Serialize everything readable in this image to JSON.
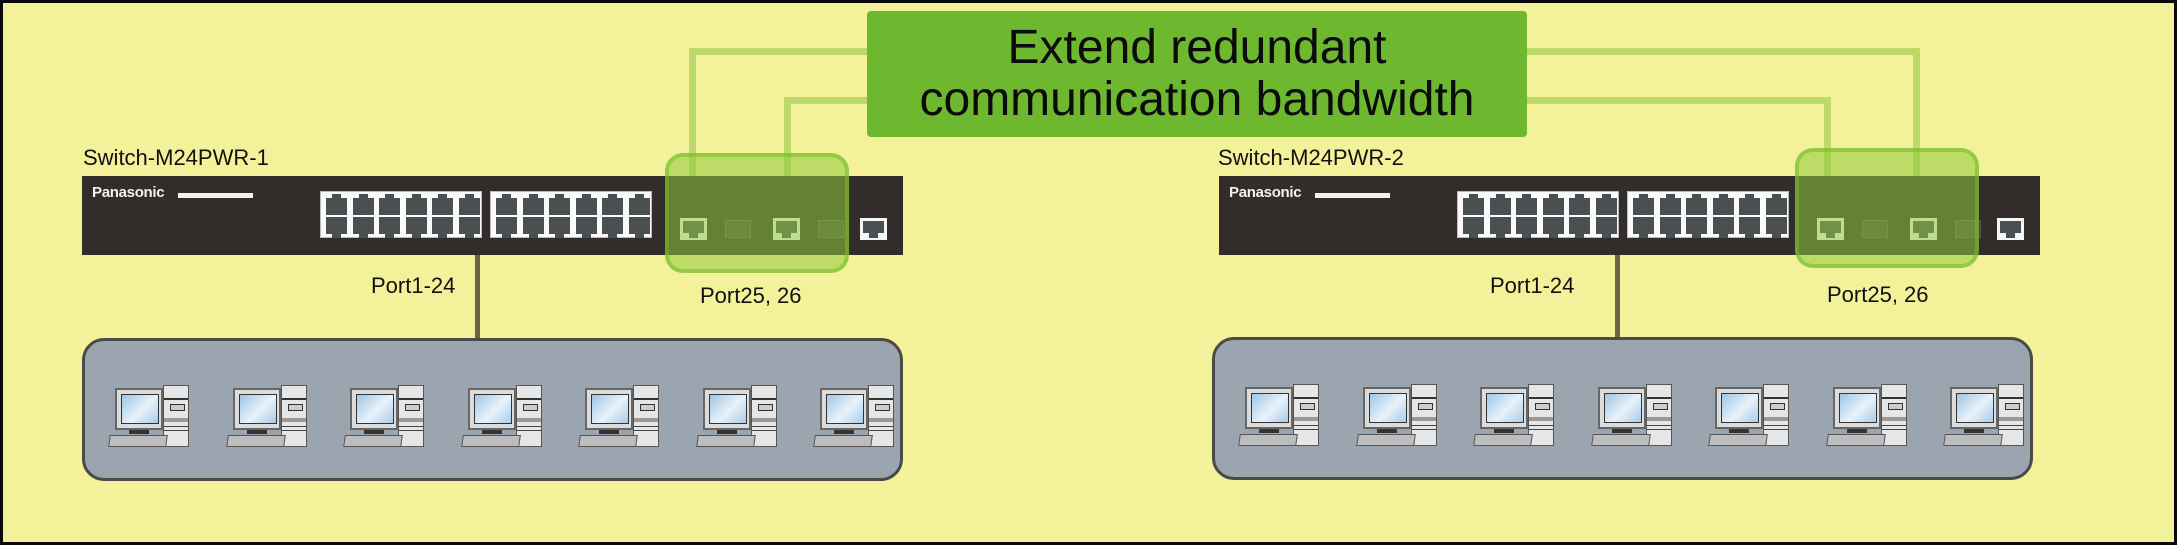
{
  "title": {
    "line1": "Extend redundant",
    "line2": "communication bandwidth"
  },
  "colors": {
    "background": "#F3F199",
    "title_box": "#6DB82F",
    "link_line": "#BCD96A",
    "switch_body": "#322D2A",
    "pc_group": "#9AA5B0",
    "highlight": "#8FC83C"
  },
  "switches": [
    {
      "name": "Switch-M24PWR-1",
      "brand": "Panasonic",
      "downlink_label": "Port1-24",
      "uplink_label": "Port25, 26",
      "pc_count": 7
    },
    {
      "name": "Switch-M24PWR-2",
      "brand": "Panasonic",
      "downlink_label": "Port1-24",
      "uplink_label": "Port25, 26",
      "pc_count": 7
    }
  ],
  "icons": {
    "pc": "desktop-computer-icon",
    "rj45": "rj45-port-icon",
    "sfp": "sfp-slot-icon"
  }
}
